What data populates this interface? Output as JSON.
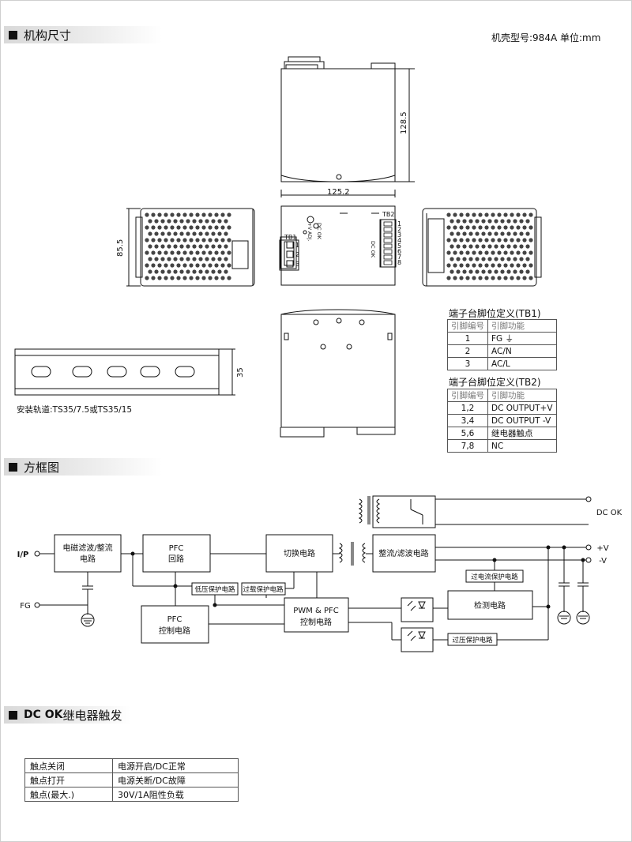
{
  "sections": {
    "mechanical": "机构尺寸",
    "block_diagram": "方框图",
    "dc_ok_prefix": "DC OK",
    "dc_ok_suffix": "继电器触发"
  },
  "case_info": "机壳型号:984A 单位:mm",
  "dims": {
    "height": "128.5",
    "width": "125.2",
    "depth": "85.5",
    "rail": "35"
  },
  "rail_note": "安装轨道:TS35/7.5或TS35/15",
  "terminal_labels": {
    "tb1": "TB1",
    "tb2": "TB2",
    "tb1_pins": [
      "1",
      "2",
      "3"
    ],
    "tb2_pins": [
      "1",
      "2",
      "3",
      "4",
      "5",
      "6",
      "7",
      "8"
    ],
    "dc_ok_label": "DC OK",
    "adj_label": "+V ADJ."
  },
  "tb1_table": {
    "title": "端子台脚位定义(TB1)",
    "headers": [
      "引脚编号",
      "引脚功能"
    ],
    "rows": [
      [
        "1",
        "FG ⏚"
      ],
      [
        "2",
        "AC/N"
      ],
      [
        "3",
        "AC/L"
      ]
    ]
  },
  "tb2_table": {
    "title": "端子台脚位定义(TB2)",
    "headers": [
      "引脚编号",
      "引脚功能"
    ],
    "rows": [
      [
        "1,2",
        "DC OUTPUT+V"
      ],
      [
        "3,4",
        "DC OUTPUT -V"
      ],
      [
        "5,6",
        "继电器触点"
      ],
      [
        "7,8",
        "NC"
      ]
    ]
  },
  "block": {
    "ip": "I/P",
    "fg": "FG",
    "emi": [
      "电磁滤波/整流",
      "电路"
    ],
    "pfc": [
      "PFC",
      "回路"
    ],
    "switch": "切换电路",
    "rect": "整流/滤波电路",
    "pfc_ctrl": [
      "PFC",
      "控制电路"
    ],
    "low_v": "低压保护电路",
    "over_load": "过载保护电路",
    "pwm": [
      "PWM & PFC",
      "控制电路"
    ],
    "detect": "检测电路",
    "over_current": "过电流保护电路",
    "over_voltage": "过压保护电路",
    "dc_ok": "DC OK",
    "plus_v": "+V",
    "minus_v": "-V"
  },
  "relay_table": {
    "rows": [
      [
        "触点关闭",
        "电源开启/DC正常"
      ],
      [
        "触点打开",
        "电源关断/DC故障"
      ],
      [
        "触点(最大.)",
        "30V/1A阻性负载"
      ]
    ]
  }
}
